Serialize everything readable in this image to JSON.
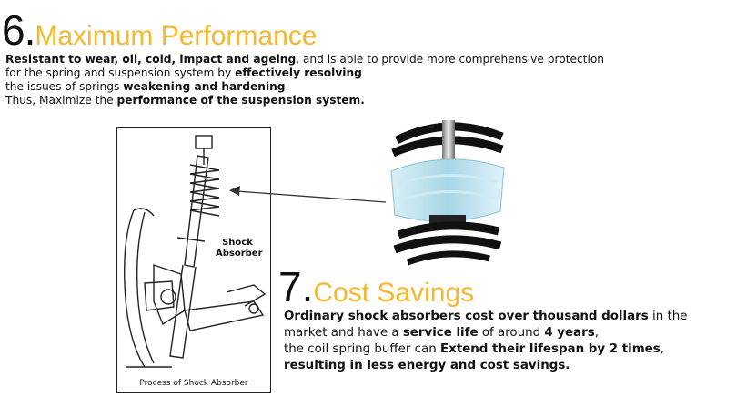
{
  "section6": {
    "number": "6.",
    "title": "Maximum Performance",
    "lines": [
      [
        {
          "t": "Resistant to wear, oil, cold, impact and ageing",
          "b": true
        },
        {
          "t": ", and is able to provide more comprehensive protection",
          "b": false
        }
      ],
      [
        {
          "t": "for the spring and suspension system by ",
          "b": false
        },
        {
          "t": "effectively resolving",
          "b": true
        }
      ],
      [
        {
          "t": "the issues of springs ",
          "b": false
        },
        {
          "t": "weakening and hardening",
          "b": true
        },
        {
          "t": ".",
          "b": false
        }
      ],
      [
        {
          "t": "Thus, Maximize the ",
          "b": false
        },
        {
          "t": "performance of the suspension system.",
          "b": true
        }
      ]
    ]
  },
  "section7": {
    "number": "7.",
    "title": "Cost Savings",
    "lines": [
      [
        {
          "t": "Ordinary shock absorbers cost over thousand dollars",
          "b": true
        },
        {
          "t": " in the",
          "b": false
        }
      ],
      [
        {
          "t": "market and have a ",
          "b": false
        },
        {
          "t": "service life",
          "b": true
        },
        {
          "t": " of around ",
          "b": false
        },
        {
          "t": "4 years",
          "b": true
        },
        {
          "t": ",",
          "b": false
        }
      ],
      [
        {
          "t": "the coil spring buffer can ",
          "b": false
        },
        {
          "t": "Extend their lifespan by 2 times",
          "b": true
        },
        {
          "t": ",",
          "b": false
        }
      ],
      [
        {
          "t": "resulting in less energy and cost savings.",
          "b": true
        }
      ]
    ]
  },
  "diagram": {
    "label_line1": "Shock",
    "label_line2": "Absorber",
    "caption": "Process of Shock Absorber"
  },
  "colors": {
    "heading_accent": "#f5b82e",
    "text": "#111111",
    "buffer_tint": "#bfe3ef"
  }
}
